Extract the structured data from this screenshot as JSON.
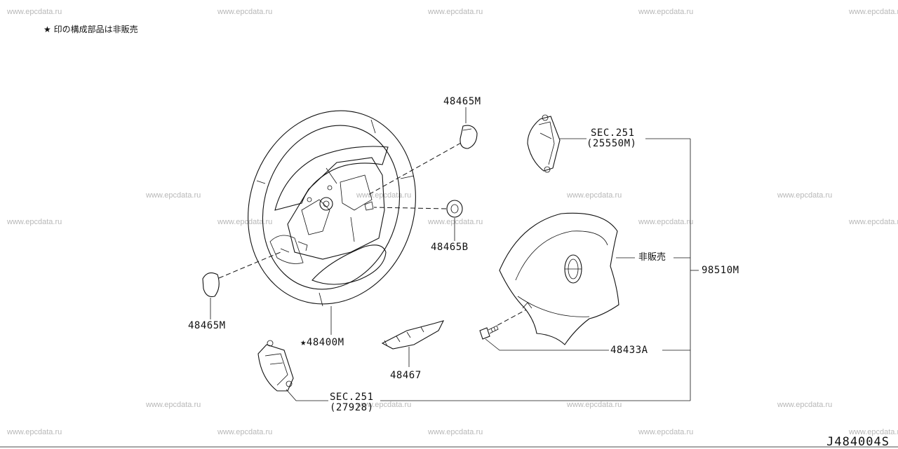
{
  "watermark": "www.epcdata.ru",
  "note": "★ 印の構成部品は非販売",
  "diagram_id": "J484004S",
  "labels": {
    "cap_upper": "48465M",
    "nut": "48465B",
    "cap_lower": "48465M",
    "wheel": "★48400M",
    "bracket": "48467",
    "bolt": "48433A",
    "airbag_not_sold": "非販売",
    "airbag_module": "98510M",
    "switch_upper_sec": "SEC.251",
    "switch_upper_part": "(25550M)",
    "switch_lower_sec": "SEC.251",
    "switch_lower_part": "(27928)"
  }
}
